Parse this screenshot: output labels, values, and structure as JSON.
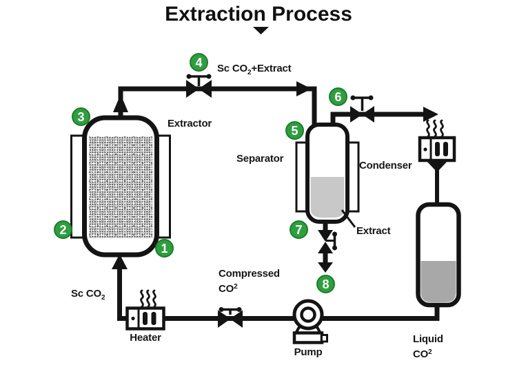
{
  "title": {
    "text": "Extraction Process"
  },
  "colors": {
    "accent_green": "#2f9e3f",
    "accent_green_ring": "#1d7c2c",
    "line": "#141414",
    "separator_liquid": "#c8c8c8",
    "tank_liquid": "#a8a8a8",
    "background": "#ffffff"
  },
  "markers": [
    {
      "label": "1"
    },
    {
      "label": "2"
    },
    {
      "label": "3"
    },
    {
      "label": "4"
    },
    {
      "label": "5"
    },
    {
      "label": "6"
    },
    {
      "label": "7"
    },
    {
      "label": "8"
    }
  ],
  "labels": {
    "extractor": "Extractor",
    "separator": "Separator",
    "condenser": "Condenser",
    "extract": "Extract",
    "heater": "Heater",
    "pump": "Pump",
    "sc_co2": {
      "pre": "Sc CO",
      "sub": "2"
    },
    "sc_co2_extract": {
      "pre": "Sc CO",
      "sub": "2",
      "post": "+Extract"
    },
    "compressed_co2": {
      "line1": "Compressed",
      "line2_pre": "CO",
      "line2_sup": "2"
    },
    "liquid_co2": {
      "line1": "Liquid",
      "line2_pre": "CO",
      "line2_sup": "2"
    }
  },
  "icons": {
    "valve": "valve-icon",
    "steam": "steam-waves-icon",
    "heater_element": "heating-element-icon",
    "condenser_unit": "condenser-unit-icon",
    "pump": "centrifugal-pump-icon",
    "flow_arrow": "flow-arrow-icon"
  }
}
